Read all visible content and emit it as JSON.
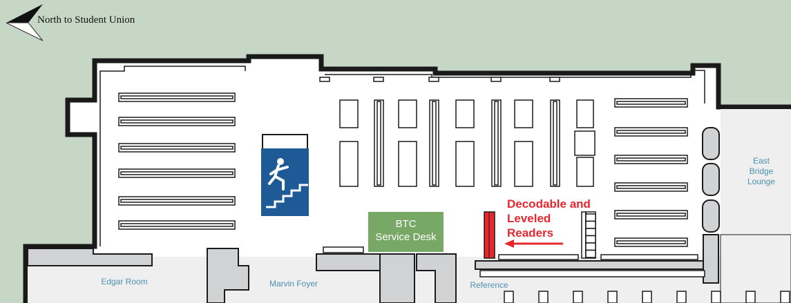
{
  "compass": {
    "label": "North to Student Union",
    "icon": "north-arrow-icon"
  },
  "rooms": {
    "edgar_room": "Edgar Room",
    "marvin_foyer": "Marvin Foyer",
    "reference": "Reference",
    "east_bridge_lounge_line1": "East",
    "east_bridge_lounge_line2": "Bridge",
    "east_bridge_lounge_line3": "Lounge"
  },
  "service_desk": {
    "line1": "BTC",
    "line2": "Service Desk",
    "color": "#78a865"
  },
  "highlight": {
    "line1": "Decodable and",
    "line2": "Leveled",
    "line3": "Readers",
    "color": "#e8262d",
    "icon": "arrow-left-icon"
  },
  "stairs": {
    "icon": "stairs-icon",
    "color": "#1d5a96"
  },
  "colors": {
    "background": "#c6d7c6",
    "label": "#4a90b0",
    "wall": "#1a1a1a",
    "corridor": "#d1d2d4"
  }
}
